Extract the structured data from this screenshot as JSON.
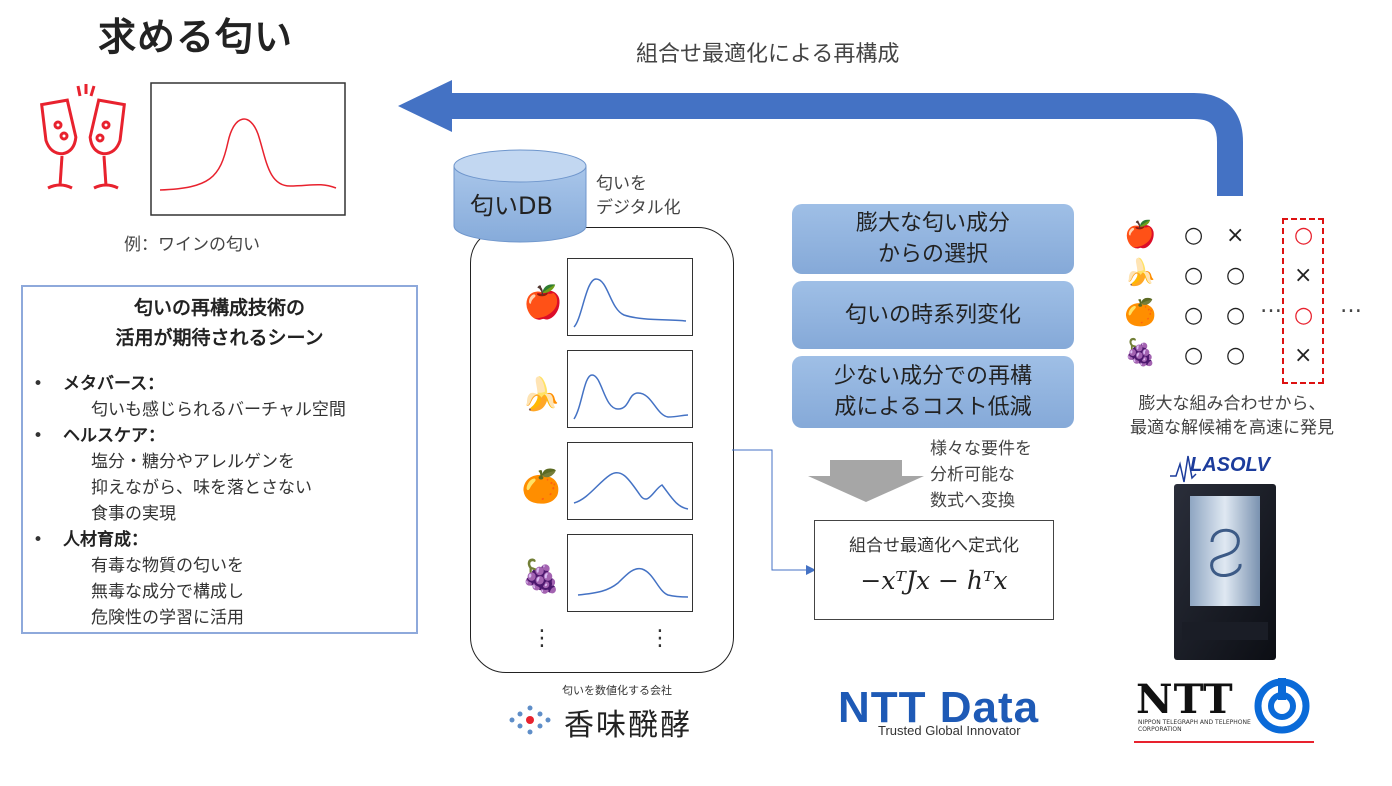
{
  "title": "求める匂い",
  "flow_label": "組合せ最適化による再構成",
  "example_caption": "例：ワインの匂い",
  "scenes": {
    "heading_line1": "匂いの再構成技術の",
    "heading_line2": "活用が期待されるシーン",
    "items": [
      {
        "head": "メタバース：",
        "lines": [
          "匂いも感じられるバーチャル空間"
        ]
      },
      {
        "head": "ヘルスケア：",
        "lines": [
          "塩分・糖分やアレルゲンを",
          "抑えながら、味を落とさない",
          "食事の実現"
        ]
      },
      {
        "head": "人材育成：",
        "lines": [
          "有毒な物質の匂いを",
          "無毒な成分で構成し",
          "危険性の学習に活用"
        ]
      }
    ]
  },
  "db": {
    "label": "匂いDB",
    "note_line1": "匂いを",
    "note_line2": "デジタル化",
    "ellipsis": "⋮",
    "fruits": [
      {
        "name": "apple",
        "icon": "🍎"
      },
      {
        "name": "banana",
        "icon": "🍌"
      },
      {
        "name": "orange",
        "icon": "🍊"
      },
      {
        "name": "grape",
        "icon": "🍇"
      }
    ]
  },
  "challenges": [
    {
      "line1": "膨大な匂い成分",
      "line2": "からの選択"
    },
    {
      "line1": "匂いの時系列変化",
      "line2": ""
    },
    {
      "line1": "少ない成分での再構",
      "line2": "成によるコスト低減"
    }
  ],
  "conversion": {
    "line1": "様々な要件を",
    "line2": "分析可能な",
    "line3": "数式へ変換"
  },
  "formula": {
    "label": "組合せ最適化へ定式化",
    "expr": "−xᵀJx − hᵀx"
  },
  "combination": {
    "marks": {
      "circle": "○",
      "cross": "×",
      "ellipsis": "…"
    },
    "grid": [
      [
        "○",
        "×",
        "○"
      ],
      [
        "○",
        "○",
        "×"
      ],
      [
        "○",
        "○",
        "○"
      ],
      [
        "○",
        "○",
        "×"
      ]
    ],
    "caption_line1": "膨大な組み合わせから、",
    "caption_line2": "最適な解候補を高速に発見"
  },
  "logos": {
    "kohmi_top": "匂いを数値化する会社",
    "kohmi_name": "香味醗酵",
    "nttdata": "NTT Data",
    "nttdata_sub": "Trusted Global Innovator",
    "ntt": "NTT",
    "ntt_sub": "NIPPON TELEGRAPH AND TELEPHONE CORPORATION",
    "lasolv": "LASOLV"
  },
  "colors": {
    "accent_red": "#e8222e",
    "arrow_blue": "#4472c4",
    "box_blue": "#8fb3e0",
    "dash_red": "#d11111"
  }
}
